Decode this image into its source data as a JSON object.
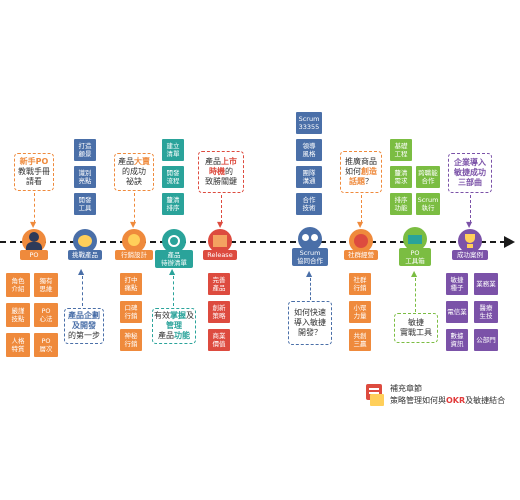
{
  "colors": {
    "blue": "#4a6fa8",
    "teal": "#2aa39a",
    "orange": "#ef8a3c",
    "purple": "#7b52a8",
    "green": "#7bbd42",
    "red": "#dd4b3f",
    "accent_red": "#e23b3b",
    "timeline": "#1a1a1a"
  },
  "timeline": {
    "stages": [
      {
        "label": "PO"
      },
      {
        "label": "挑戰產品"
      },
      {
        "label": "行銷設計"
      },
      {
        "label": "產品\n待辦清單"
      },
      {
        "label": "Release"
      },
      {
        "label": "Scrum\n協同合作"
      },
      {
        "label": "社群經營"
      },
      {
        "label": "PO\n工具箱"
      },
      {
        "label": "成功案例"
      }
    ]
  },
  "cards": {
    "new_po": {
      "a": "新手PO",
      "b": "教戰手冊\n請看"
    },
    "product_success": {
      "a": "產品",
      "b": "大賣",
      "c": "的成功\n祕訣"
    },
    "release": {
      "a": "產品",
      "b": "上市\n時機",
      "c": "的\n致勝關鍵"
    },
    "promote": {
      "a": "推廣商品\n如何",
      "b": "創造\n話題",
      "c": "？"
    },
    "enterprise": {
      "a": "企業導入\n敏捷成功\n三部曲"
    },
    "planning": {
      "a": "產品企劃\n及開發",
      "b": "的第一步"
    },
    "backlog": {
      "a": "有效",
      "b": "掌握",
      "c": "及",
      "d": "管理",
      "e": "\n產品",
      "f": "功能"
    },
    "agile": {
      "a": "如何快速\n導入敏捷\n開發？"
    },
    "tools": {
      "a": "敏捷\n實戰工具"
    }
  },
  "top_boxes": {
    "s2": [
      "打造\n顧景",
      "識別\n亮點",
      "開發\n工具"
    ],
    "s4": [
      "建立\n清單",
      "開發\n流程",
      "釐清\n排序"
    ],
    "s6": [
      "Scrum\n33355",
      "領導\n風格",
      "團隊\n溝通",
      "合作\n技術"
    ],
    "s8_left": [
      "基礎\n工程",
      "釐清\n需求",
      "排序\n功能"
    ],
    "s8_right": [
      "跨職能\n合作",
      "Scrum\n執行"
    ]
  },
  "bottom_boxes": {
    "s1": [
      "角色\n介紹",
      "獨有\n思維",
      "嚴謹\n技點",
      "PO\n心法",
      "人格\n特質",
      "PO\n層次"
    ],
    "s3": [
      "打中\n痛點",
      "口碑\n行銷",
      "神秘\n行銷"
    ],
    "s5": [
      "完善\n產品",
      "創新\n策略",
      "商業\n價值"
    ],
    "s7": [
      "社群\n行銷",
      "小眾\n力量",
      "共創\n三贏"
    ],
    "s9": [
      "敏捷\n種子",
      "業務業",
      "電信業",
      "醫療\n生技",
      "數據\n資訊",
      "公部門"
    ]
  },
  "footer": {
    "line1": "補充章節",
    "line2a": "策略管理如何與",
    "line2b": "OKR",
    "line2c": "及敏捷結合"
  }
}
